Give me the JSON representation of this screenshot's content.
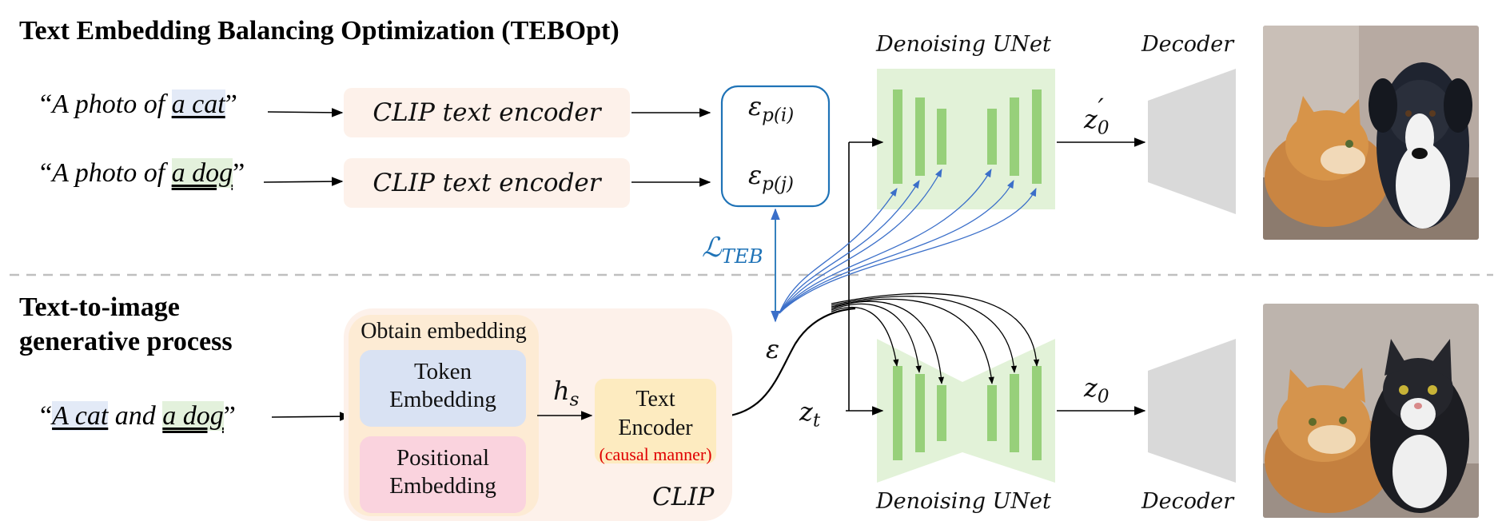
{
  "top": {
    "title": "Text Embedding Balancing Optimization (TEBOpt)",
    "prompt_cat": {
      "open": "“",
      "pre": "A photo of",
      "noun": "a cat",
      "close": "”"
    },
    "prompt_dog": {
      "open": "“",
      "pre": "A photo of",
      "noun": "a dog",
      "close": "”"
    },
    "encoder_label": "CLIP text encoder",
    "eps_symbol": "ε",
    "eps_i_sub": "p(i)",
    "eps_j_sub": "p(j)",
    "loss_symbol": "ℒ",
    "loss_sub": "TEB",
    "unet_label": "Denoising UNet",
    "z_label": "z",
    "z_sub": "0",
    "z_prime": "′",
    "decoder_label": "Decoder"
  },
  "bottom": {
    "title_line1": "Text-to-image",
    "title_line2": "generative process",
    "prompt": {
      "open": "“",
      "noun1": "A cat",
      "mid": "and",
      "noun2": "a dog",
      "close": "”"
    },
    "obtain_label": "Obtain embedding",
    "token_label_1": "Token",
    "token_label_2": "Embedding",
    "positional_label_1": "Positional",
    "positional_label_2": "Embedding",
    "hs_symbol": "h",
    "hs_sub": "s",
    "text_encoder_1": "Text",
    "text_encoder_2": "Encoder",
    "causal_note": "(causal manner)",
    "clip_label": "CLIP",
    "eps_symbol": "ε",
    "zt_symbol": "z",
    "zt_sub": "t",
    "unet_label": "Denoising UNet",
    "z_label": "z",
    "z_sub": "0",
    "decoder_label": "Decoder"
  },
  "colors": {
    "loss_blue": "#1f73b7",
    "unet_green": "#e2f2d8",
    "unet_bar": "#97d07a",
    "token_blue": "#d9e2f3",
    "positional_pink": "#fad3de",
    "text_encoder_yellow": "#fdebc0",
    "clip_panel": "#fdf1ea",
    "decoder_gray": "#d9d9d9",
    "causal_red": "#e00000"
  }
}
